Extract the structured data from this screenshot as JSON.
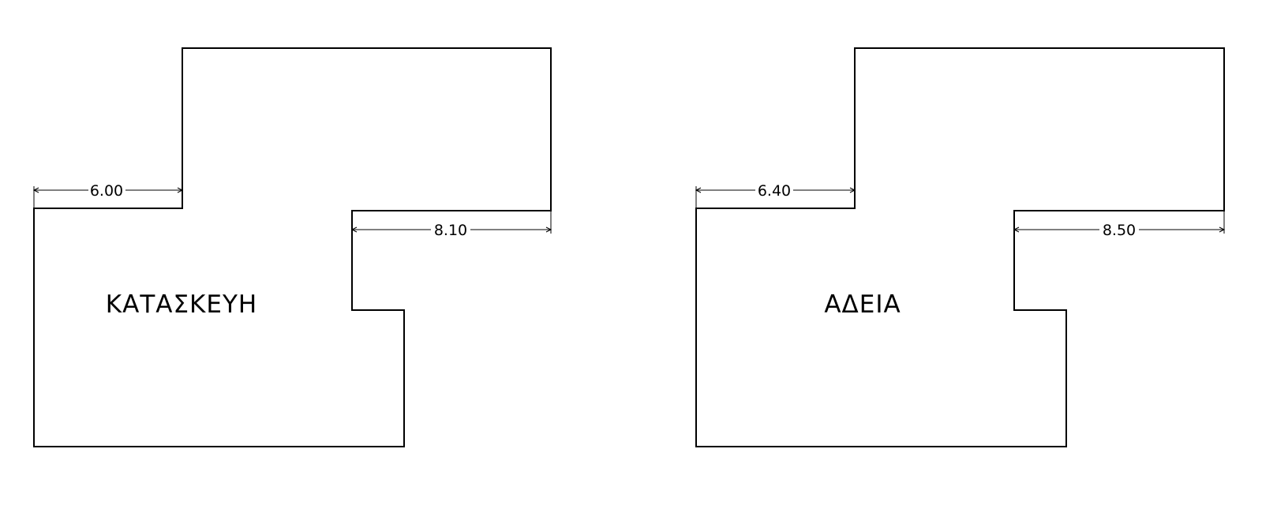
{
  "diagrams": [
    {
      "label": "ΚΑΤΑΣΚΕΥΗ",
      "dimension_top_left": "6.00",
      "dimension_right": "8.10"
    },
    {
      "label": "ΑΔΕΙΑ",
      "dimension_top_left": "6.40",
      "dimension_right": "8.50"
    }
  ],
  "colors": {
    "line": "#000000",
    "background": "#ffffff"
  }
}
